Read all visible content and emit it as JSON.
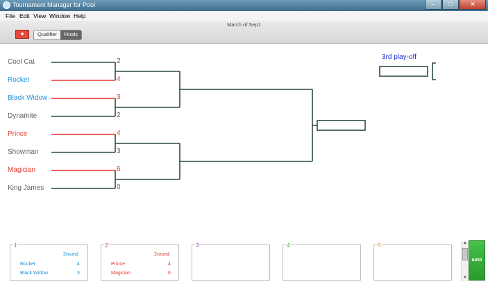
{
  "window": {
    "title": "Tournament Manager for Pool",
    "minimize": "–",
    "maximize": "□",
    "close": "✕"
  },
  "menu": [
    "File",
    "Edit",
    "View",
    "Window",
    "Help"
  ],
  "toolbar": {
    "subtitle": "March of Sep1",
    "red_button": "■",
    "tabs": [
      "Qualifier",
      "Finals"
    ],
    "selected_tab": "Finals"
  },
  "colors": {
    "blue": "#1f8fd6",
    "red": "#e23a2e",
    "gray": "#606060",
    "line": "#2f4a48"
  },
  "bracket": {
    "matches": [
      {
        "p1": {
          "name": "Cool Cat",
          "score": "2"
        },
        "p2": {
          "name": "Rocket",
          "score": "4"
        }
      },
      {
        "p1": {
          "name": "Black Widow",
          "score": "3"
        },
        "p2": {
          "name": "Dynamite",
          "score": "2"
        }
      },
      {
        "p1": {
          "name": "Prince",
          "score": "4"
        },
        "p2": {
          "name": "Showman",
          "score": "3"
        }
      },
      {
        "p1": {
          "name": "Magician",
          "score": "6"
        },
        "p2": {
          "name": "King James",
          "score": "0"
        }
      }
    ],
    "third_place_label": "3rd play-off"
  },
  "cards": [
    {
      "num": "1",
      "round": "2round",
      "players": [
        {
          "name": "Rocket",
          "score": "4"
        },
        {
          "name": "Black Widow",
          "score": "3"
        }
      ]
    },
    {
      "num": "2",
      "round": "2round",
      "players": [
        {
          "name": "Prince",
          "score": "4"
        },
        {
          "name": "Magician",
          "score": "6"
        }
      ]
    },
    {
      "num": "3",
      "round": "",
      "players": []
    },
    {
      "num": "4",
      "round": "",
      "players": []
    },
    {
      "num": "5",
      "round": "",
      "players": []
    }
  ],
  "auto_button": "auto"
}
